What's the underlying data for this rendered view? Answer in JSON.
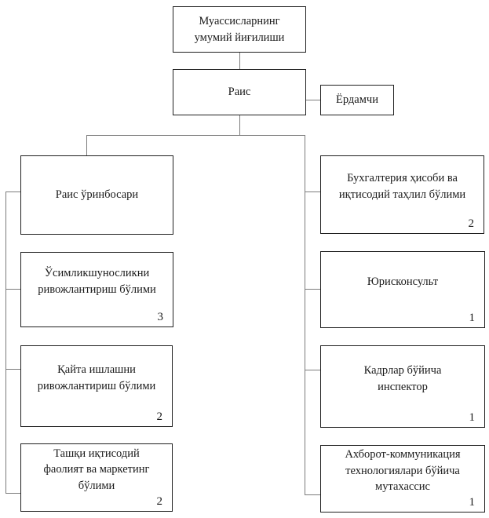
{
  "diagram": {
    "type": "org-chart",
    "root": {
      "label": "Муассисларнинг\nумумий йиғилиши"
    },
    "chairman": {
      "label": "Раис"
    },
    "assistant": {
      "label": "Ёрдамчи"
    },
    "left_column": [
      {
        "label": "Раис ўринбосари"
      },
      {
        "label": "Ўсимликшуносликни\nривожлантириш бўлими",
        "count": "3"
      },
      {
        "label": "Қайта ишлашни\nривожлантириш бўлими",
        "count": "2"
      },
      {
        "label": "Ташқи иқтисодий\nфаолият ва маркетинг\nбўлими",
        "count": "2"
      }
    ],
    "right_column": [
      {
        "label": "Бухгалтерия ҳисоби ва\nиқтисодий таҳлил бўлими",
        "count": "2"
      },
      {
        "label": "Юрисконсульт",
        "count": "1"
      },
      {
        "label": "Кадрлар бўйича\nинспектор",
        "count": "1"
      },
      {
        "label": "Ахборот-коммуникация\nтехнологиялари бўйича\nмутахассис",
        "count": "1"
      }
    ],
    "colors": {
      "box_border": "#1f1f1f",
      "connector": "#7b7b7b",
      "background": "#ffffff",
      "text": "#1a1a1a"
    }
  }
}
